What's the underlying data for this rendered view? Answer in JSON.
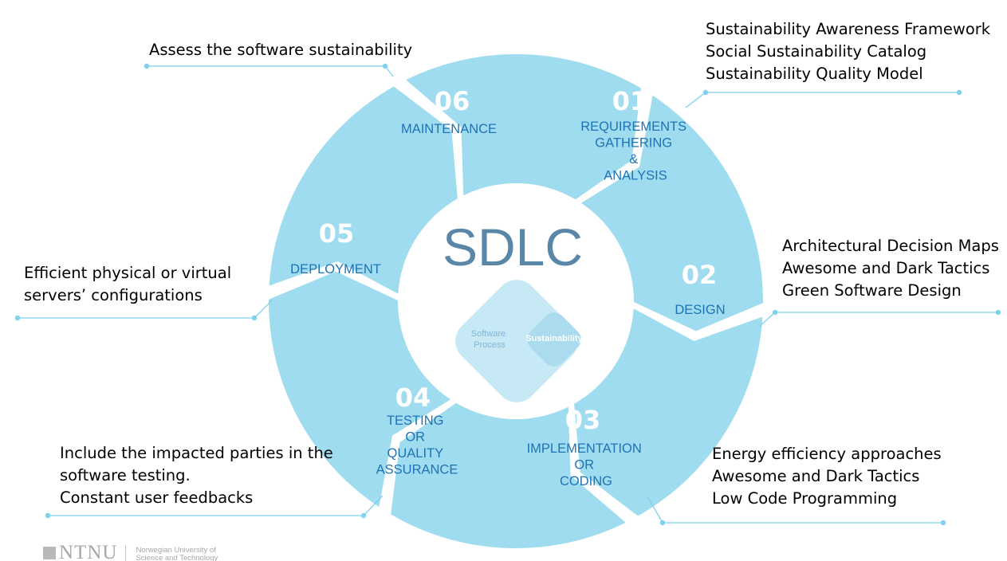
{
  "center": {
    "title": "SDLC",
    "venn_left": [
      "Software",
      "Process"
    ],
    "venn_right": "Sustainability"
  },
  "phases": [
    {
      "number": "01",
      "label_lines": [
        "REQUIREMENTS",
        "GATHERING",
        "&",
        "ANALYSIS"
      ]
    },
    {
      "number": "02",
      "label_lines": [
        "DESIGN"
      ]
    },
    {
      "number": "03",
      "label_lines": [
        "IMPLEMENTATION",
        "OR",
        "CODING"
      ]
    },
    {
      "number": "04",
      "label_lines": [
        "TESTING",
        "OR",
        "QUALITY",
        "ASSURANCE"
      ]
    },
    {
      "number": "05",
      "label_lines": [
        "DEPLOYMENT"
      ]
    },
    {
      "number": "06",
      "label_lines": [
        "MAINTENANCE"
      ]
    }
  ],
  "annotations": {
    "maintenance": [
      "Assess the software sustainability"
    ],
    "requirements": [
      "Sustainability Awareness Framework",
      "Social Sustainability Catalog",
      "Sustainability Quality Model"
    ],
    "design": [
      "Architectural Decision Maps",
      "Awesome and Dark Tactics",
      "Green Software Design"
    ],
    "deployment": [
      "Efficient physical or virtual",
      "servers’ configurations"
    ],
    "testing": [
      "Include the impacted parties in the",
      "software testing.",
      "Constant user feedbacks"
    ],
    "implementation": [
      "Energy efficiency approaches",
      "Awesome and Dark Tactics",
      "Low Code Programming"
    ]
  },
  "footer": {
    "brand": "NTNU",
    "university": [
      "Norwegian University of",
      "Science and Technology"
    ]
  },
  "colors": {
    "segment": "#9fdcf0",
    "center_text": "#5a87a8",
    "phase_text": "#1e73b5",
    "connector": "#7fd1ee",
    "venn_left": "#c7e9f6",
    "venn_right": "#aadbee"
  }
}
